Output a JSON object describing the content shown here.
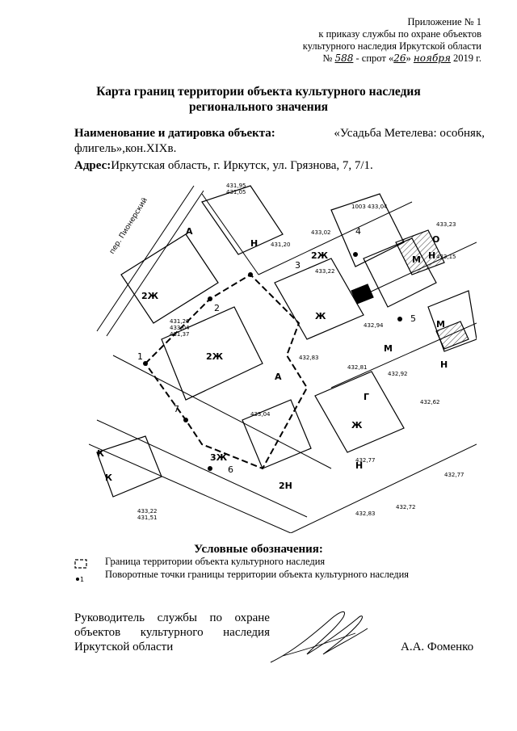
{
  "header": {
    "line1": "Приложение № 1",
    "line2": "к  приказу службы по охране объектов",
    "line3": "культурного наследия Иркутской области",
    "num_prefix": "№",
    "num_value": "588",
    "num_mid": " - спрот «",
    "day": "26",
    "day_close": "»",
    "month": "ноября",
    "year": " 2019 г."
  },
  "title": {
    "line1": "Карта границ территории объекта культурного наследия",
    "line2": "регионального значения"
  },
  "object": {
    "name_label": "Наименование и датировка объекта:",
    "name_value_1": "«Усадьба Метелева: особняк,",
    "name_value_2": "флигель»,кон.XIXв.",
    "address_label": "Адрес:",
    "address_value": "Иркутская область, г. Иркутск, ул. Грязнова, 7, 7/1."
  },
  "map": {
    "street_label": "пер. Пионерский",
    "point_labels": [
      "1",
      "2",
      "3",
      "4",
      "5",
      "6",
      "7"
    ],
    "building_labels": [
      "2Ж",
      "2Ж",
      "2Ж",
      "Ж",
      "Ж",
      "Н",
      "Н",
      "Н",
      "А",
      "А",
      "К",
      "К",
      "М",
      "М",
      "М",
      "Г",
      "2Н",
      "3Ж",
      "О",
      "Н"
    ],
    "elevations": [
      "431,95",
      "431,05",
      "433,02",
      "431,20",
      "433,22",
      "431,20",
      "433,04",
      "431,37",
      "432,83",
      "432,81",
      "432,92",
      "433,04",
      "1003",
      "433,04",
      "433,23",
      "433,15",
      "432,94",
      "432,77",
      "432,62",
      "432,77",
      "432,72",
      "432,83",
      "433,22",
      "431,51"
    ]
  },
  "legend": {
    "title": "Условные обозначения:",
    "item1": "Граница территории объекта культурного наследия",
    "item2": "Поворотные точки границы территории объекта культурного наследия",
    "item2_marker": "1"
  },
  "signature": {
    "line1_words": [
      "Руководитель",
      "службы",
      "по",
      "охране"
    ],
    "line2_words": [
      "объектов",
      "культурного",
      "наследия"
    ],
    "line3": "Иркутской области",
    "name": "А.А. Фоменко"
  }
}
